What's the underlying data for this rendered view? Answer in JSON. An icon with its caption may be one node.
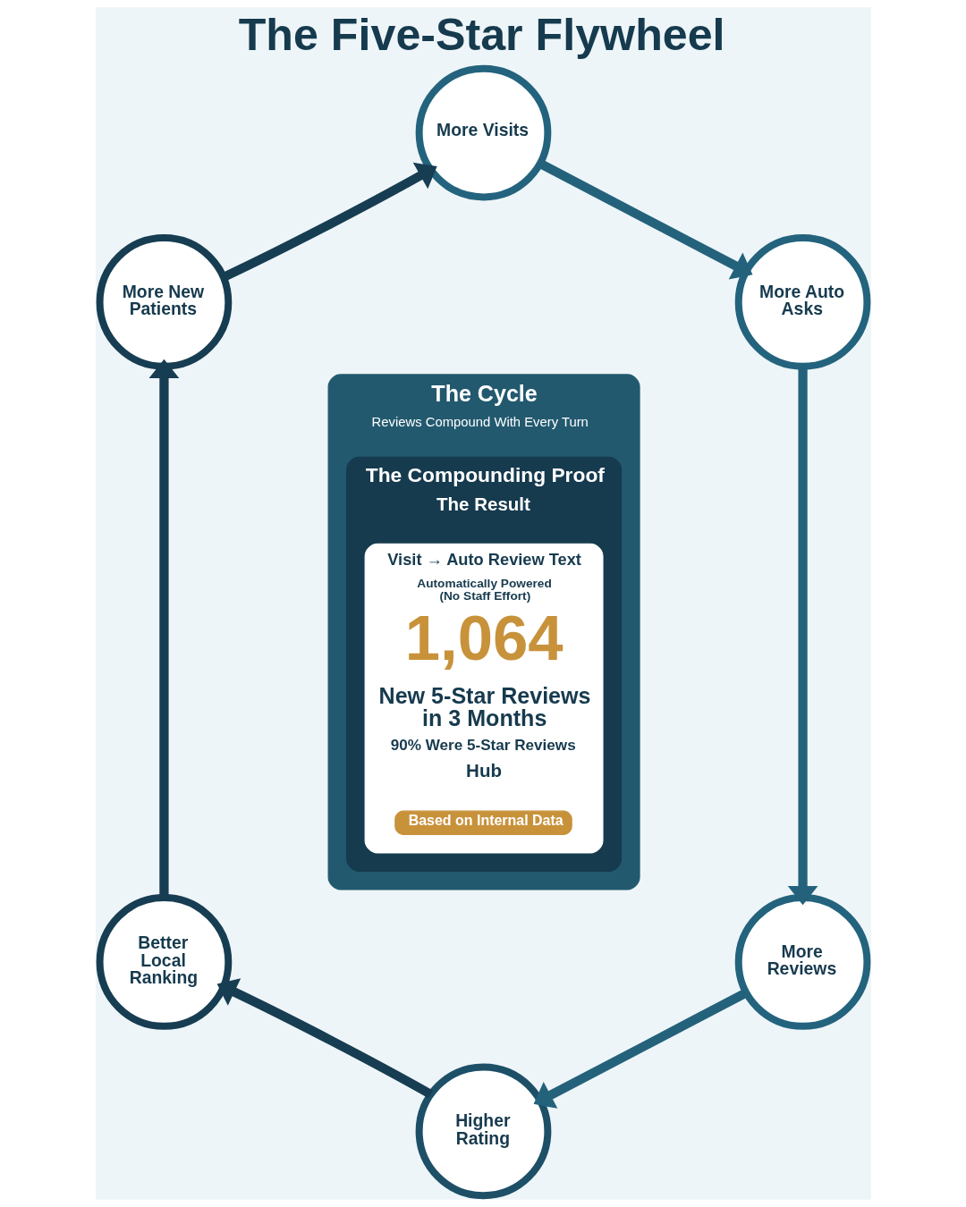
{
  "diagram": {
    "title": "The Five-Star Flywheel",
    "nodes": [
      {
        "text": [
          "More Visits"
        ]
      },
      {
        "text": [
          "More Auto Asks"
        ]
      },
      {
        "text": [
          "More Reviews"
        ]
      },
      {
        "text": [
          "Higher Rating"
        ]
      },
      {
        "text": [
          "Better Local Ranking"
        ]
      },
      {
        "text": [
          "More New Patients"
        ]
      },
      {
        "text": [
          "The Cycle",
          "Reviews Compound With Every Turn"
        ]
      },
      {
        "text": [
          "The Compounding Proof",
          "The Result"
        ],
        "in": 6
      },
      {
        "text": [
          "Visit → Auto Review Text",
          "Automatically Powered (No Staff Effort)",
          "1,064",
          "New 5-Star Reviews in 3 Months",
          "90% Were 5-Star Reviews",
          "Hub"
        ],
        "in": 7
      },
      {
        "text": [
          "Based on Internal Data"
        ],
        "in": 8
      }
    ],
    "edges": [
      {
        "from": 5,
        "to": 0,
        "arrow": "to",
        "color": "#173d52"
      },
      {
        "from": 0,
        "to": 1,
        "arrow": "to"
      },
      {
        "from": 1,
        "to": 2,
        "arrow": "to"
      },
      {
        "from": 2,
        "to": 3,
        "arrow": "to"
      },
      {
        "from": 3,
        "to": 4,
        "arrow": "to",
        "color": "#173d52"
      },
      {
        "from": 4,
        "to": 5,
        "arrow": "to",
        "color": "#173d52"
      }
    ]
  }
}
